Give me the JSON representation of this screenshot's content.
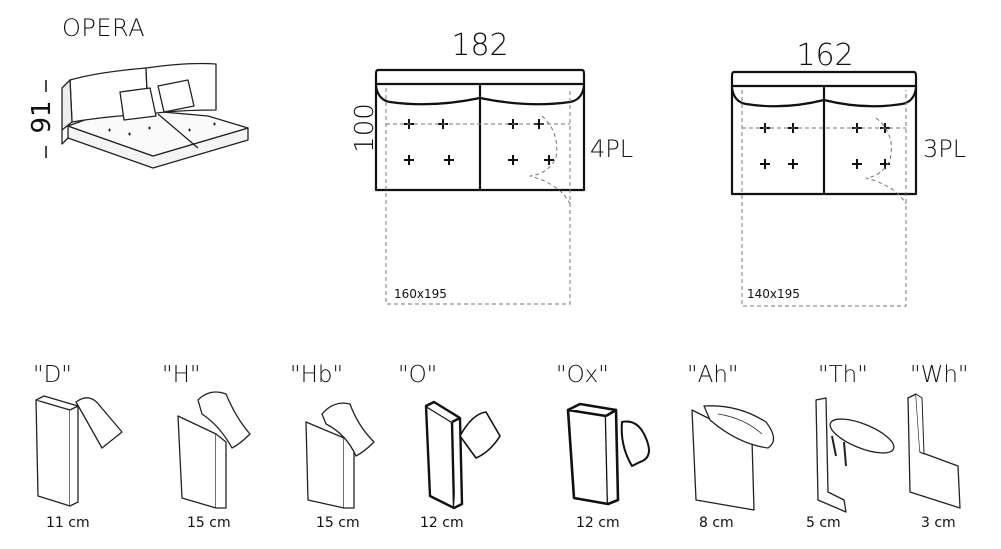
{
  "product": {
    "name": "OPERA",
    "height": "91"
  },
  "sofas": [
    {
      "width": "182",
      "depth": "100",
      "places": "4PL",
      "bed": "160x195"
    },
    {
      "width": "162",
      "depth": "",
      "places": "3PL",
      "bed": "140x195"
    }
  ],
  "pillow_options": [
    {
      "code": "\"D\"",
      "thickness": "11 cm"
    },
    {
      "code": "\"H\"",
      "thickness": "15 cm"
    },
    {
      "code": "\"Hb\"",
      "thickness": "15 cm"
    },
    {
      "code": "\"O\"",
      "thickness": "12 cm"
    },
    {
      "code": "\"Ox\"",
      "thickness": "12 cm"
    },
    {
      "code": "\"Ah\"",
      "thickness": "8 cm"
    },
    {
      "code": "\"Th\"",
      "thickness": "5 cm"
    },
    {
      "code": "\"Wh\"",
      "thickness": "3 cm"
    }
  ],
  "colors": {
    "line": "#111111",
    "dashed": "#777777"
  }
}
